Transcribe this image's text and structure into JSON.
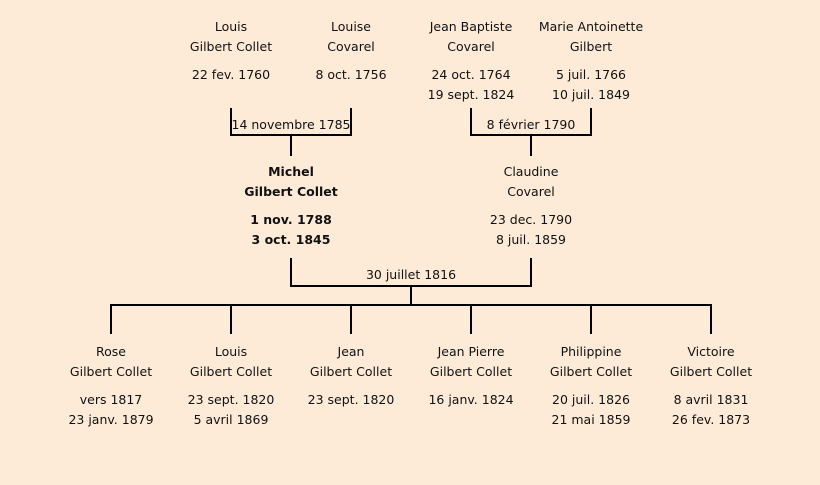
{
  "grandparents": [
    {
      "first": "Louis",
      "last": "Gilbert Collet",
      "birth": "22 fev. 1760",
      "death": ""
    },
    {
      "first": "Louise",
      "last": "Covarel",
      "birth": "8 oct. 1756",
      "death": ""
    },
    {
      "first": "Jean Baptiste",
      "last": "Covarel",
      "birth": "24 oct. 1764",
      "death": "19 sept. 1824"
    },
    {
      "first": "Marie Antoinette",
      "last": "Gilbert",
      "birth": "5 juil. 1766",
      "death": "10 juil. 1849"
    }
  ],
  "marriages": {
    "paternal": "14 novembre 1785",
    "maternal": "8 février 1790",
    "parents": "30 juillet 1816"
  },
  "parents": [
    {
      "first": "Michel",
      "last": "Gilbert Collet",
      "birth": "1 nov. 1788",
      "death": "3 oct. 1845",
      "highlight": true
    },
    {
      "first": "Claudine",
      "last": "Covarel",
      "birth": "23 dec. 1790",
      "death": "8 juil. 1859"
    }
  ],
  "children": [
    {
      "first": "Rose",
      "last": "Gilbert Collet",
      "birth": "vers 1817",
      "death": "23 janv. 1879"
    },
    {
      "first": "Louis",
      "last": "Gilbert Collet",
      "birth": "23 sept. 1820",
      "death": "5 avril 1869"
    },
    {
      "first": "Jean",
      "last": "Gilbert Collet",
      "birth": "23 sept. 1820",
      "death": ""
    },
    {
      "first": "Jean Pierre",
      "last": "Gilbert Collet",
      "birth": "16 janv. 1824",
      "death": ""
    },
    {
      "first": "Philippine",
      "last": "Gilbert Collet",
      "birth": "20 juil. 1826",
      "death": "21 mai 1859"
    },
    {
      "first": "Victoire",
      "last": "Gilbert Collet",
      "birth": "8 avril 1831",
      "death": "26 fev. 1873"
    }
  ]
}
